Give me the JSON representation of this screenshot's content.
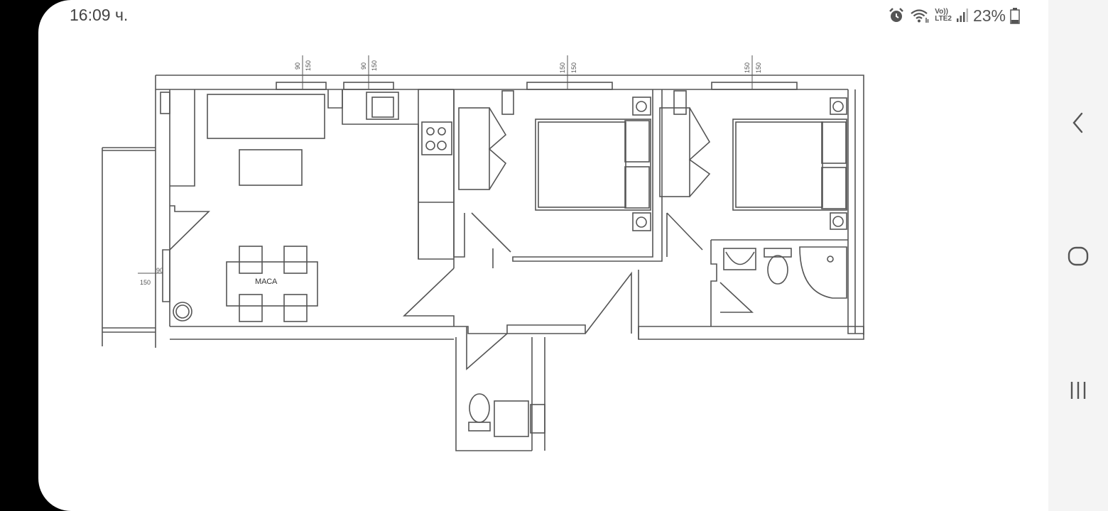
{
  "status_bar": {
    "time": "16:09 ч.",
    "network_top": "Vo))",
    "network_bottom": "LTE2",
    "battery": "23%"
  },
  "floor_plan": {
    "dims_window_1": [
      "90",
      "150"
    ],
    "dims_window_2": [
      "90",
      "150"
    ],
    "dims_window_3": [
      "150",
      "150"
    ],
    "dims_window_4": [
      "150",
      "150"
    ],
    "dims_door_left": [
      "90",
      "150"
    ],
    "table_label": "МАСА"
  },
  "icons": {
    "alarm": "alarm-icon",
    "wifi": "wifi-icon",
    "signal": "signal-icon",
    "battery": "battery-icon",
    "back": "back-icon",
    "home": "home-icon",
    "recents": "recents-icon"
  },
  "colors": {
    "screen": "#ffffff",
    "frame": "#000000",
    "navbar": "#f4f4f4",
    "lines": "#555555"
  }
}
